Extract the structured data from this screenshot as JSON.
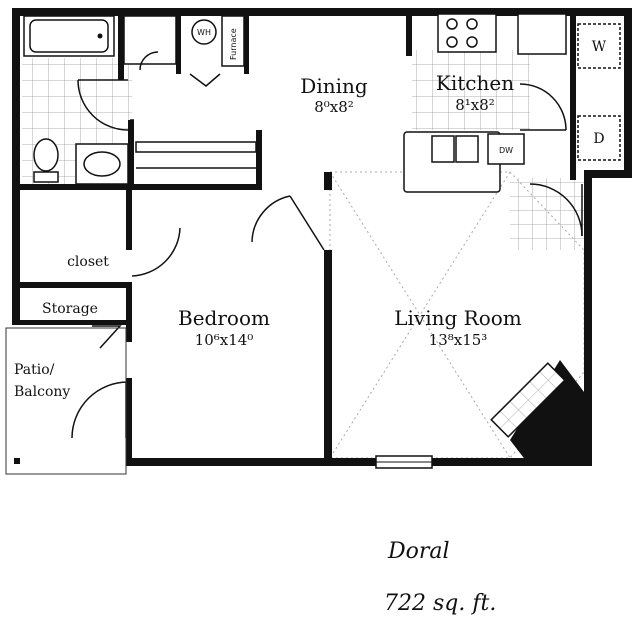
{
  "plan_name": "Doral",
  "area": "722 sq. ft.",
  "rooms": {
    "dining": {
      "name": "Dining",
      "dims": "8⁰x8²"
    },
    "kitchen": {
      "name": "Kitchen",
      "dims": "8¹x8²"
    },
    "bedroom": {
      "name": "Bedroom",
      "dims": "10⁶x14⁰"
    },
    "living": {
      "name": "Living Room",
      "dims": "13⁸x15³"
    },
    "closet": {
      "name": "closet"
    },
    "storage": {
      "name": "Storage"
    },
    "patio_line1": "Patio/",
    "patio_line2": "Balcony"
  },
  "fixtures": {
    "water_heater": "WH",
    "furnace": "Furnace",
    "dishwasher": "DW",
    "washer": "W",
    "dryer": "D"
  }
}
